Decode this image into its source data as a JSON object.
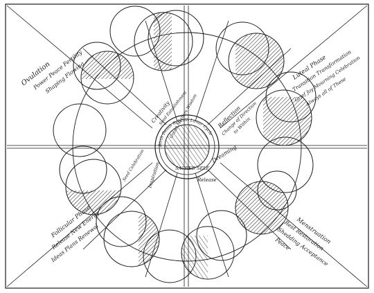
{
  "center": {
    "ring_text": "Birth Death Rebirth Lunar Cycle",
    "label_top": "Grand Mothers Wisdom",
    "label_bottom": "SACRED SELF"
  },
  "quadrants": {
    "top_left": {
      "line1": "Ovulation",
      "line2": "Power Peace Fertility",
      "line3": "Shaping Flowing"
    },
    "top_right": {
      "line1": "Luteal Phase",
      "line2": "Transition Transformation",
      "line3": "Grief Joy Mourning Celebration",
      "line4": "Always all of These"
    },
    "bottom_left": {
      "line1": "Follicular Phase",
      "line2": "Release New Energy",
      "line3": "Ideas Plans Renewal"
    },
    "bottom_right": {
      "line1": "Menstruation",
      "line2": "Rest Restoration",
      "line3": "Shedding Acceptance",
      "line4": "Peace"
    }
  },
  "inner_labels": {
    "reflection": "Reflection",
    "change": "Change of Direction",
    "to_within": "to Within",
    "dreaming": "Dreaming",
    "release": "Release",
    "creativity": "Creativity",
    "seed": "Seed Establishment",
    "inspiration": "Inspiration",
    "seed_celebration": "Seed Celebration"
  }
}
